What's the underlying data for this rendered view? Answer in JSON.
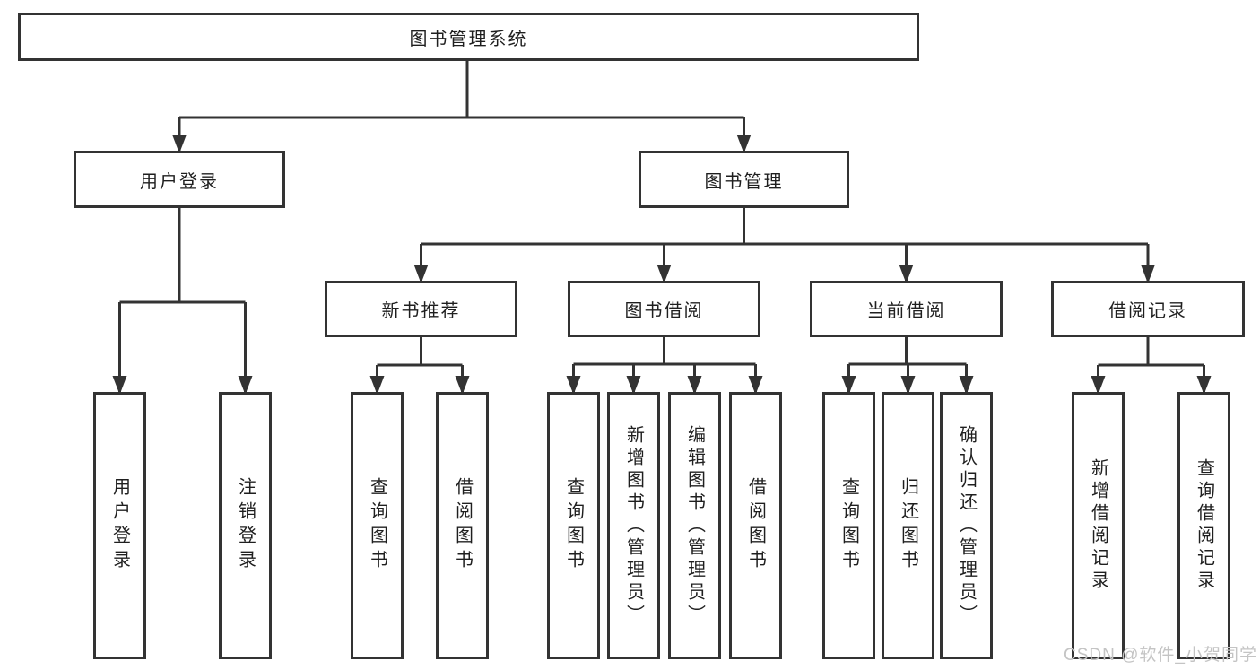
{
  "tree": {
    "root": {
      "label": "图书管理系统"
    },
    "branches": [
      {
        "label": "用户登录",
        "children": [
          {
            "label": "用户登录"
          },
          {
            "label": "注销登录"
          }
        ]
      },
      {
        "label": "图书管理",
        "children": [
          {
            "label": "新书推荐",
            "children": [
              {
                "label": "查询图书"
              },
              {
                "label": "借阅图书"
              }
            ]
          },
          {
            "label": "图书借阅",
            "children": [
              {
                "label": "查询图书"
              },
              {
                "label": "新增图书（管理员）"
              },
              {
                "label": "编辑图书（管理员）"
              },
              {
                "label": "借阅图书"
              }
            ]
          },
          {
            "label": "当前借阅",
            "children": [
              {
                "label": "查询图书"
              },
              {
                "label": "归还图书"
              },
              {
                "label": "确认归还（管理员）"
              }
            ]
          },
          {
            "label": "借阅记录",
            "children": [
              {
                "label": "新增借阅记录"
              },
              {
                "label": "查询借阅记录"
              }
            ]
          }
        ]
      }
    ]
  },
  "watermark": {
    "text": "CSDN @软件_小贺同学"
  },
  "colors": {
    "line": "#333333",
    "box_border": "#333333",
    "text": "#1f1f1f",
    "background": "#ffffff",
    "watermark": "#c4c4c4"
  }
}
